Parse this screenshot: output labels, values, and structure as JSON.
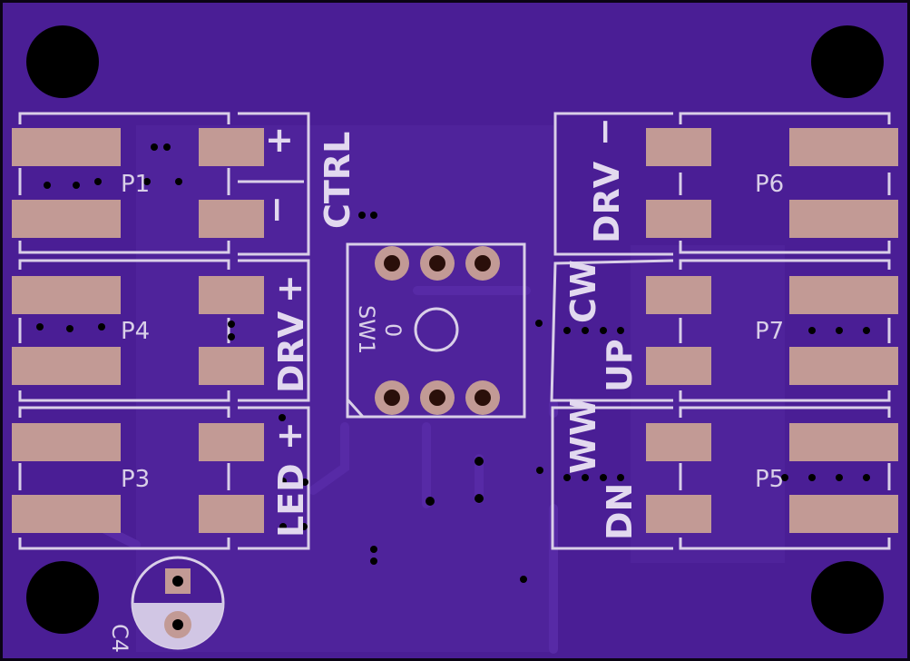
{
  "board": {
    "colors": {
      "background": "#000000",
      "soldermask": "#4b1f96",
      "pour": "#4d2299",
      "trace": "#5a2aa8",
      "pad": "#c29a95",
      "silkscreen": "#d9cfe8",
      "hole": "#000000"
    }
  },
  "labels": {
    "p1": "P1",
    "p4": "P4",
    "p3": "P3",
    "p6": "P6",
    "p7": "P7",
    "p5": "P5",
    "ctrl": "CTRL",
    "drv_left": "DRV",
    "led": "LED",
    "drv_right": "DRV",
    "cw": "CW",
    "up": "UP",
    "ww": "WW",
    "dn": "DN",
    "plus": "+",
    "minus": "−",
    "sw1": "SW1",
    "sw1_value": "0",
    "c4": "C4"
  }
}
